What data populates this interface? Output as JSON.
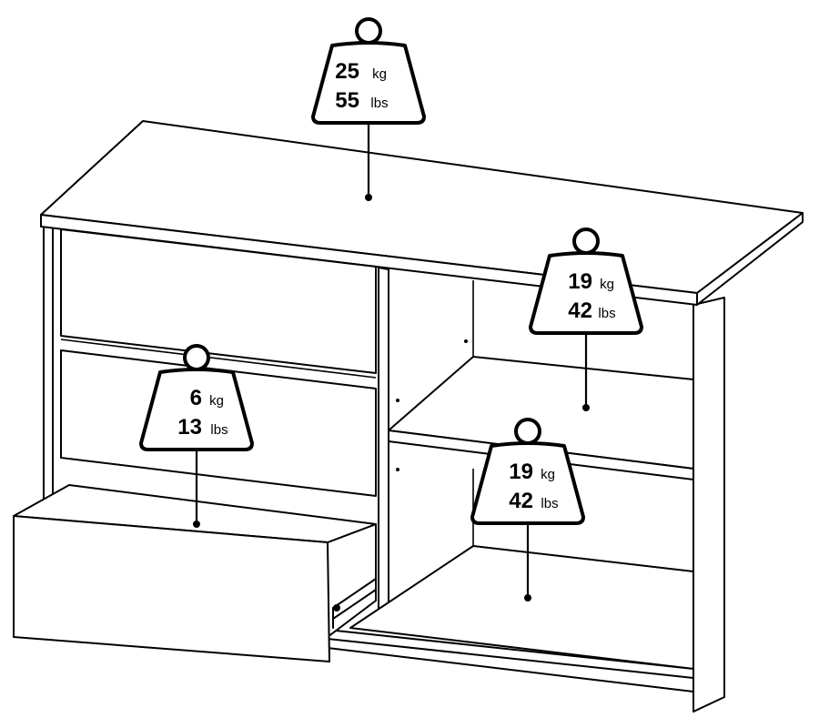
{
  "weights": [
    {
      "id": "top",
      "kg_value": "25",
      "kg_unit": "kg",
      "lbs_value": "55",
      "lbs_unit": "lbs"
    },
    {
      "id": "shelf1",
      "kg_value": "19",
      "kg_unit": "kg",
      "lbs_value": "42",
      "lbs_unit": "lbs"
    },
    {
      "id": "drawer",
      "kg_value": "6",
      "kg_unit": "kg",
      "lbs_value": "13",
      "lbs_unit": "lbs"
    },
    {
      "id": "shelf2",
      "kg_value": "19",
      "kg_unit": "kg",
      "lbs_value": "42",
      "lbs_unit": "lbs"
    }
  ]
}
